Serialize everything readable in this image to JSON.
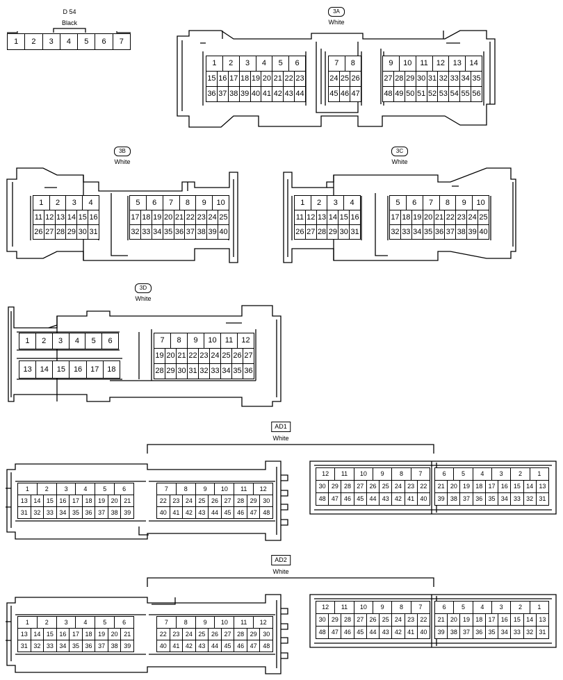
{
  "connectors": [
    {
      "id": "d54",
      "name": "D 54",
      "color": "Black",
      "grids": [
        {
          "rows": [
            [
              "1",
              "2",
              "3",
              "4",
              "5",
              "6",
              "7"
            ]
          ]
        }
      ]
    },
    {
      "id": "3a",
      "name": "3A",
      "color": "White",
      "grids": [
        {
          "rows": [
            [
              "1",
              "2",
              "3",
              "4",
              "5",
              "6"
            ],
            [
              "15",
              "16",
              "17",
              "18",
              "19",
              "20",
              "21",
              "22",
              "23"
            ],
            [
              "36",
              "37",
              "38",
              "39",
              "40",
              "41",
              "42",
              "43",
              "44"
            ]
          ]
        },
        {
          "rows": [
            [
              "7",
              "8"
            ],
            [
              "24",
              "25",
              "26"
            ],
            [
              "45",
              "46",
              "47"
            ]
          ]
        },
        {
          "rows": [
            [
              "9",
              "10",
              "11",
              "12",
              "13",
              "14"
            ],
            [
              "27",
              "28",
              "29",
              "30",
              "31",
              "32",
              "33",
              "34",
              "35"
            ],
            [
              "48",
              "49",
              "50",
              "51",
              "52",
              "53",
              "54",
              "55",
              "56"
            ]
          ]
        }
      ]
    },
    {
      "id": "3b",
      "name": "3B",
      "color": "White",
      "grids": [
        {
          "rows": [
            [
              "1",
              "2",
              "3",
              "4"
            ],
            [
              "11",
              "12",
              "13",
              "14",
              "15",
              "16"
            ],
            [
              "26",
              "27",
              "28",
              "29",
              "30",
              "31"
            ]
          ]
        },
        {
          "rows": [
            [
              "5",
              "6",
              "7",
              "8",
              "9",
              "10"
            ],
            [
              "17",
              "18",
              "19",
              "20",
              "21",
              "22",
              "23",
              "24",
              "25"
            ],
            [
              "32",
              "33",
              "34",
              "35",
              "36",
              "37",
              "38",
              "39",
              "40"
            ]
          ]
        }
      ]
    },
    {
      "id": "3c",
      "name": "3C",
      "color": "White",
      "grids": [
        {
          "rows": [
            [
              "1",
              "2",
              "3",
              "4"
            ],
            [
              "11",
              "12",
              "13",
              "14",
              "15",
              "16"
            ],
            [
              "26",
              "27",
              "28",
              "29",
              "30",
              "31"
            ]
          ]
        },
        {
          "rows": [
            [
              "5",
              "6",
              "7",
              "8",
              "9",
              "10"
            ],
            [
              "17",
              "18",
              "19",
              "20",
              "21",
              "22",
              "23",
              "24",
              "25"
            ],
            [
              "32",
              "33",
              "34",
              "35",
              "36",
              "37",
              "38",
              "39",
              "40"
            ]
          ]
        }
      ]
    },
    {
      "id": "3d",
      "name": "3D",
      "color": "White",
      "grids": [
        {
          "rows": [
            [
              "1",
              "2",
              "3",
              "4",
              "5",
              "6"
            ]
          ]
        },
        {
          "rows": [
            [
              "13",
              "14",
              "15",
              "16",
              "17",
              "18"
            ]
          ]
        },
        {
          "rows": [
            [
              "7",
              "8",
              "9",
              "10",
              "11",
              "12"
            ],
            [
              "19",
              "20",
              "21",
              "22",
              "23",
              "24",
              "25",
              "26",
              "27"
            ],
            [
              "28",
              "29",
              "30",
              "31",
              "32",
              "33",
              "34",
              "35",
              "36"
            ]
          ]
        }
      ]
    },
    {
      "id": "ad1",
      "name": "AD1",
      "color": "White",
      "grids": [
        {
          "rows": [
            [
              "1",
              "2",
              "3",
              "4",
              "5",
              "6"
            ],
            [
              "13",
              "14",
              "15",
              "16",
              "17",
              "18",
              "19",
              "20",
              "21"
            ],
            [
              "31",
              "32",
              "33",
              "34",
              "35",
              "36",
              "37",
              "38",
              "39"
            ]
          ]
        },
        {
          "rows": [
            [
              "7",
              "8",
              "9",
              "10",
              "11",
              "12"
            ],
            [
              "22",
              "23",
              "24",
              "25",
              "26",
              "27",
              "28",
              "29",
              "30"
            ],
            [
              "40",
              "41",
              "42",
              "43",
              "44",
              "45",
              "46",
              "47",
              "48"
            ]
          ]
        },
        {
          "rows": [
            [
              "12",
              "11",
              "10",
              "9",
              "8",
              "7"
            ],
            [
              "30",
              "29",
              "28",
              "27",
              "26",
              "25",
              "24",
              "23",
              "22"
            ],
            [
              "48",
              "47",
              "46",
              "45",
              "44",
              "43",
              "42",
              "41",
              "40"
            ]
          ]
        },
        {
          "rows": [
            [
              "6",
              "5",
              "4",
              "3",
              "2",
              "1"
            ],
            [
              "21",
              "20",
              "19",
              "18",
              "17",
              "16",
              "15",
              "14",
              "13"
            ],
            [
              "39",
              "38",
              "37",
              "36",
              "35",
              "34",
              "33",
              "32",
              "31"
            ]
          ]
        }
      ]
    },
    {
      "id": "ad2",
      "name": "AD2",
      "color": "White",
      "grids": [
        {
          "rows": [
            [
              "1",
              "2",
              "3",
              "4",
              "5",
              "6"
            ],
            [
              "13",
              "14",
              "15",
              "16",
              "17",
              "18",
              "19",
              "20",
              "21"
            ],
            [
              "31",
              "32",
              "33",
              "34",
              "35",
              "36",
              "37",
              "38",
              "39"
            ]
          ]
        },
        {
          "rows": [
            [
              "7",
              "8",
              "9",
              "10",
              "11",
              "12"
            ],
            [
              "22",
              "23",
              "24",
              "25",
              "26",
              "27",
              "28",
              "29",
              "30"
            ],
            [
              "40",
              "41",
              "42",
              "43",
              "44",
              "45",
              "46",
              "47",
              "48"
            ]
          ]
        },
        {
          "rows": [
            [
              "12",
              "11",
              "10",
              "9",
              "8",
              "7"
            ],
            [
              "30",
              "29",
              "28",
              "27",
              "26",
              "25",
              "24",
              "23",
              "22"
            ],
            [
              "48",
              "47",
              "46",
              "45",
              "44",
              "43",
              "42",
              "41",
              "40"
            ]
          ]
        },
        {
          "rows": [
            [
              "6",
              "5",
              "4",
              "3",
              "2",
              "1"
            ],
            [
              "21",
              "20",
              "19",
              "18",
              "17",
              "16",
              "15",
              "14",
              "13"
            ],
            [
              "39",
              "38",
              "37",
              "36",
              "35",
              "34",
              "33",
              "32",
              "31"
            ]
          ]
        }
      ]
    }
  ]
}
